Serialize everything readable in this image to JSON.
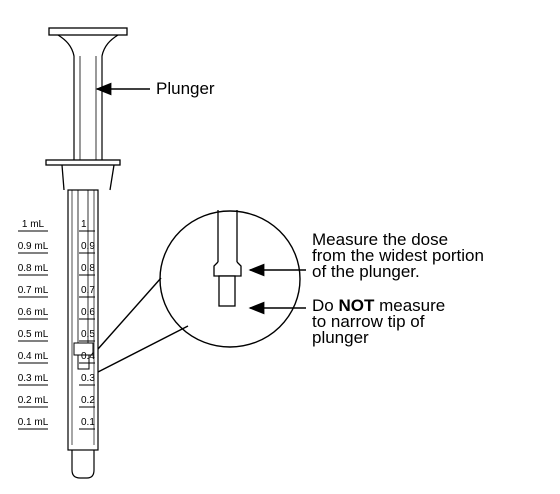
{
  "scale": {
    "labels": [
      "1 mL",
      "0.9 mL",
      "0.8 mL",
      "0.7 mL",
      "0.6 mL",
      "0.5 mL",
      "0.4 mL",
      "0.3 mL",
      "0.2 mL",
      "0.1 mL"
    ],
    "barrel_marks": [
      "1",
      "0.9",
      "0.8",
      "0.7",
      "0.6",
      "0.5",
      "0.4",
      "0.3",
      "0.2",
      "0.1"
    ]
  },
  "labels": {
    "plunger": "Plunger",
    "measure_line1": "Measure the dose",
    "measure_line2": "from the widest portion",
    "measure_line3": "of the plunger.",
    "notmeasure_prefix": "Do ",
    "notmeasure_bold": "NOT",
    "notmeasure_suffix": " measure",
    "notmeasure_line2": "to narrow tip of",
    "notmeasure_line3": "plunger"
  }
}
